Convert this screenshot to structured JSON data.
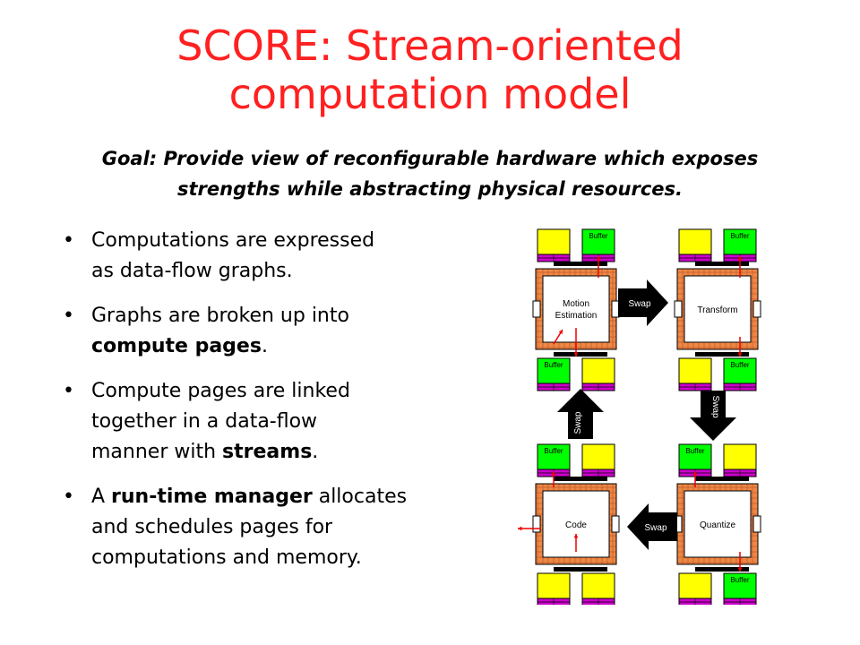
{
  "title_line1": "SCORE: Stream-oriented",
  "title_line2": "computation model",
  "goal": {
    "line1": "Goal: Provide view of reconfigurable hardware which exposes",
    "line2": "strengths while abstracting physical resources."
  },
  "bullets": [
    {
      "lines": [
        [
          "Computations are expressed",
          ""
        ],
        [
          "as data-flow graphs.",
          ""
        ]
      ]
    },
    {
      "lines": [
        [
          "Graphs are broken up into",
          ""
        ],
        [
          "",
          "compute pages"
        ],
        [
          ".",
          ""
        ]
      ]
    },
    {
      "lines": [
        [
          "Compute pages are linked",
          ""
        ],
        [
          "together in a data-flow",
          ""
        ],
        [
          "manner with ",
          "streams"
        ],
        [
          ".",
          ""
        ]
      ]
    },
    {
      "lines": [
        [
          "A ",
          "run-time manager"
        ],
        [
          " allocates",
          ""
        ],
        [
          "and schedules pages for",
          ""
        ],
        [
          "computations and memory.",
          ""
        ]
      ]
    }
  ],
  "bullet_mark": "•",
  "diagram": {
    "buffer_label": "Buffer",
    "swap_label": "Swap",
    "pages": [
      "Motion",
      "Estimation",
      "Transform",
      "Code",
      "Quantize"
    ],
    "colors": {
      "memory_yellow": "#ffff00",
      "buffer_green": "#00ff00",
      "bus_purple": "#cc00cc",
      "page_border": "#cc6633",
      "arrow_red": "#ee0000",
      "swap_arrow": "#000000"
    }
  }
}
